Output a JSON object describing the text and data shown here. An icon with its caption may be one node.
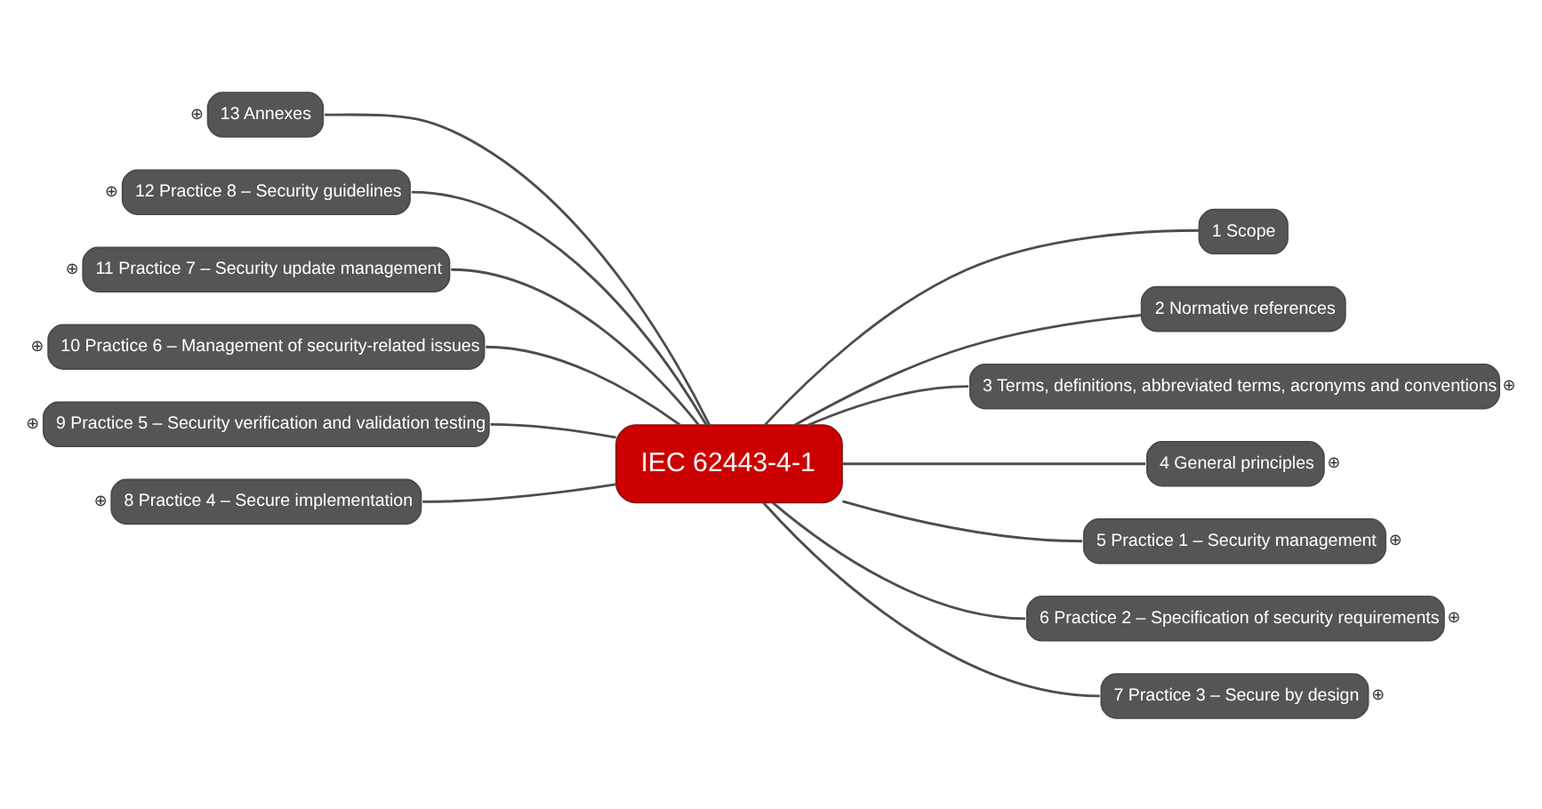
{
  "diagram": {
    "nodes": [
      {
        "text": [
          "IEC 62443-4-1"
        ]
      },
      {
        "text": [
          "1 Scope"
        ]
      },
      {
        "text": [
          "2 Normative references"
        ]
      },
      {
        "text": [
          "3 Terms, definitions, abbreviated terms, acronyms and conventions"
        ],
        "beside": [
          "⊕"
        ]
      },
      {
        "text": [
          "4 General principles"
        ],
        "beside": [
          "⊕"
        ]
      },
      {
        "text": [
          "5 Practice 1 – Security management"
        ],
        "beside": [
          "⊕"
        ]
      },
      {
        "text": [
          "6 Practice 2 – Specification of security requirements"
        ],
        "beside": [
          "⊕"
        ]
      },
      {
        "text": [
          "7 Practice 3 – Secure by design"
        ],
        "beside": [
          "⊕"
        ]
      },
      {
        "text": [
          "8 Practice 4 – Secure implementation"
        ],
        "beside": [
          "⊕"
        ]
      },
      {
        "text": [
          "9 Practice 5 – Security verification and validation testing"
        ],
        "beside": [
          "⊕"
        ]
      },
      {
        "text": [
          "10 Practice 6 – Management of security-related issues"
        ],
        "beside": [
          "⊕"
        ]
      },
      {
        "text": [
          "11 Practice 7 – Security update management"
        ],
        "beside": [
          "⊕"
        ]
      },
      {
        "text": [
          "12 Practice 8 – Security guidelines"
        ],
        "beside": [
          "⊕"
        ]
      },
      {
        "text": [
          "13 Annexes"
        ],
        "beside": [
          "⊕"
        ]
      }
    ],
    "edges": [
      {
        "from": 0,
        "to": 1,
        "arrow": "none"
      },
      {
        "from": 0,
        "to": 2,
        "arrow": "none"
      },
      {
        "from": 0,
        "to": 3,
        "arrow": "none"
      },
      {
        "from": 0,
        "to": 4,
        "arrow": "none"
      },
      {
        "from": 0,
        "to": 5,
        "arrow": "none"
      },
      {
        "from": 0,
        "to": 6,
        "arrow": "none"
      },
      {
        "from": 0,
        "to": 7,
        "arrow": "none"
      },
      {
        "from": 0,
        "to": 8,
        "arrow": "none"
      },
      {
        "from": 0,
        "to": 9,
        "arrow": "none"
      },
      {
        "from": 0,
        "to": 10,
        "arrow": "none"
      },
      {
        "from": 0,
        "to": 11,
        "arrow": "none"
      },
      {
        "from": 0,
        "to": 12,
        "arrow": "none"
      },
      {
        "from": 0,
        "to": 13,
        "arrow": "none"
      }
    ]
  }
}
